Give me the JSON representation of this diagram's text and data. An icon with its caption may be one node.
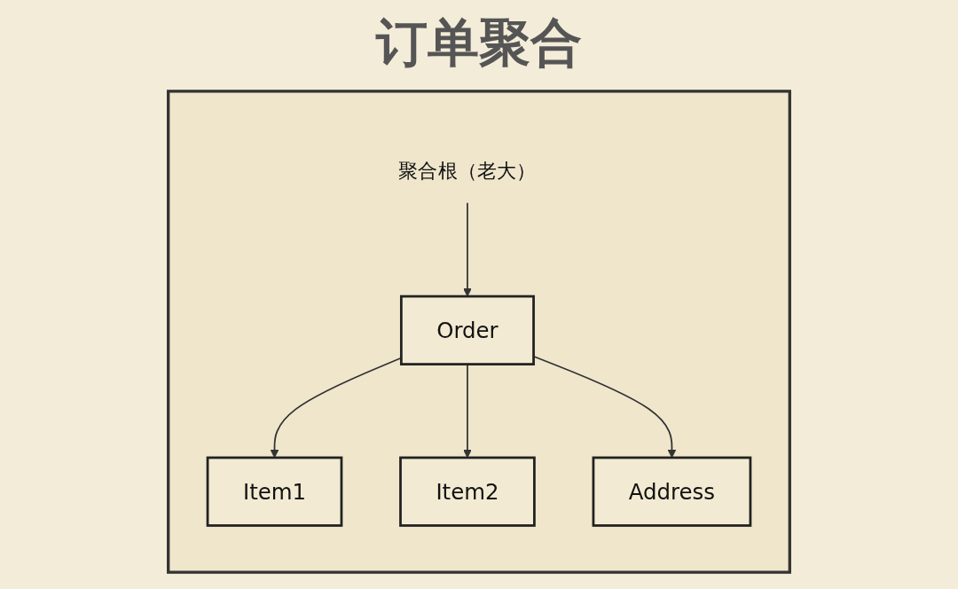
{
  "diagram": {
    "title": "订单聚合",
    "nodes": [
      {
        "text": [],
        "shape": "box"
      },
      {
        "text": [
          "Order"
        ],
        "in": 0
      },
      {
        "text": [
          "Item1"
        ],
        "in": 0
      },
      {
        "text": [
          "Item2"
        ],
        "in": 0
      },
      {
        "text": [
          "Address"
        ],
        "in": 0
      },
      {
        "text": [
          "聚合根（老大）"
        ],
        "in": 0
      }
    ],
    "edges": [
      {
        "from": 1,
        "to": 2,
        "arrow": "to"
      },
      {
        "from": 1,
        "to": 3,
        "arrow": "to"
      },
      {
        "from": 1,
        "to": 4,
        "arrow": "to"
      },
      {
        "from": 5,
        "to": 1,
        "arrow": "to"
      }
    ]
  }
}
